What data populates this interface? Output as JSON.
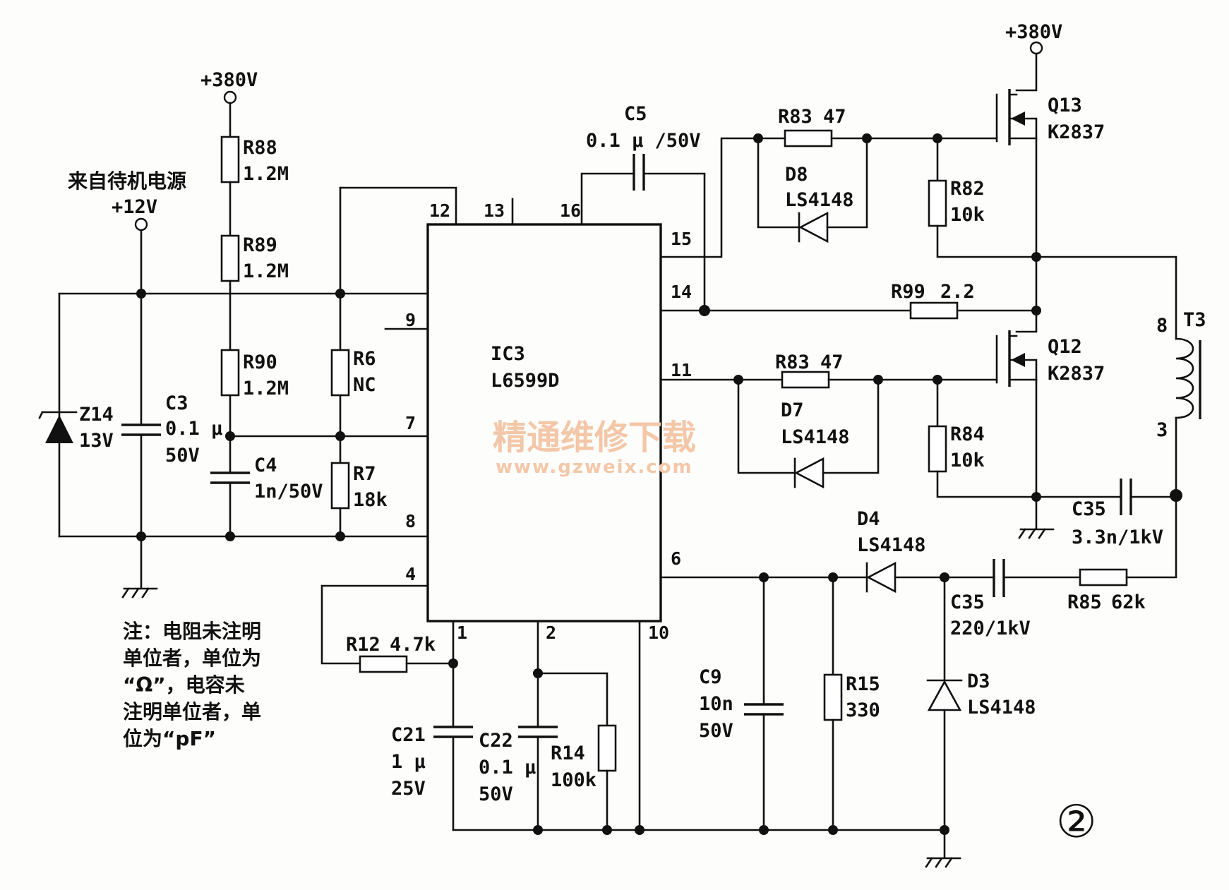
{
  "figure_number": "②",
  "ic": {
    "ref": "IC3",
    "part": "L6599D"
  },
  "pins": {
    "p12": "12",
    "p13": "13",
    "p16": "16",
    "p15": "15",
    "p14": "14",
    "p9": "9",
    "p7": "7",
    "p8": "8",
    "p4": "4",
    "p11": "11",
    "p6": "6",
    "p1": "1",
    "p2": "2",
    "p10": "10"
  },
  "rails": {
    "v380_left": "+380V",
    "v380_right": "+380V",
    "standby_source": "来自待机电源",
    "v12": "+12V"
  },
  "components": {
    "R88": {
      "ref": "R88",
      "value": "1.2M"
    },
    "R89": {
      "ref": "R89",
      "value": "1.2M"
    },
    "R90": {
      "ref": "R90",
      "value": "1.2M"
    },
    "R6": {
      "ref": "R6",
      "value": "NC"
    },
    "R7": {
      "ref": "R7",
      "value": "18k"
    },
    "Z14": {
      "ref": "Z14",
      "value": "13V"
    },
    "C3": {
      "ref": "C3",
      "value": "0.1 μ",
      "voltage": "50V"
    },
    "C4": {
      "ref": "C4",
      "value": "1n/50V"
    },
    "C5": {
      "ref": "C5",
      "value": "0.1 μ /50V"
    },
    "R83_top": {
      "ref": "R83",
      "value": "47"
    },
    "D8": {
      "ref": "D8",
      "value": "LS4148"
    },
    "R82": {
      "ref": "R82",
      "value": "10k"
    },
    "Q13": {
      "ref": "Q13",
      "value": "K2837"
    },
    "R99": {
      "ref": "R99",
      "value": "2.2"
    },
    "Q12": {
      "ref": "Q12",
      "value": "K2837"
    },
    "R83_bot": {
      "ref": "R83",
      "value": "47"
    },
    "D7": {
      "ref": "D7",
      "value": "LS4148"
    },
    "R84": {
      "ref": "R84",
      "value": "10k"
    },
    "T3": {
      "ref": "T3",
      "pin_top": "8",
      "pin_bot": "3"
    },
    "C35_a": {
      "ref": "C35",
      "value": "3.3n/1kV"
    },
    "D4": {
      "ref": "D4",
      "value": "LS4148"
    },
    "C35_b": {
      "ref": "C35",
      "value": "220/1kV"
    },
    "R85": {
      "ref": "R85",
      "value": "62k"
    },
    "R12": {
      "ref": "R12",
      "value": "4.7k"
    },
    "C21": {
      "ref": "C21",
      "value": "1 μ",
      "voltage": "25V"
    },
    "C22": {
      "ref": "C22",
      "value": "0.1 μ",
      "voltage": "50V"
    },
    "R14": {
      "ref": "R14",
      "value": "100k"
    },
    "C9": {
      "ref": "C9",
      "value": "10n",
      "voltage": "50V"
    },
    "R15": {
      "ref": "R15",
      "value": "330"
    },
    "D3": {
      "ref": "D3",
      "value": "LS4148"
    }
  },
  "note": {
    "line1": "注：电阻未注明",
    "line2": "单位者，单位为",
    "line3": "“Ω”，电容未",
    "line4": "注明单位者，单",
    "line5": "位为“pF”"
  },
  "watermark": {
    "title": "精通维修下载",
    "url": "www.gzweix.com"
  }
}
